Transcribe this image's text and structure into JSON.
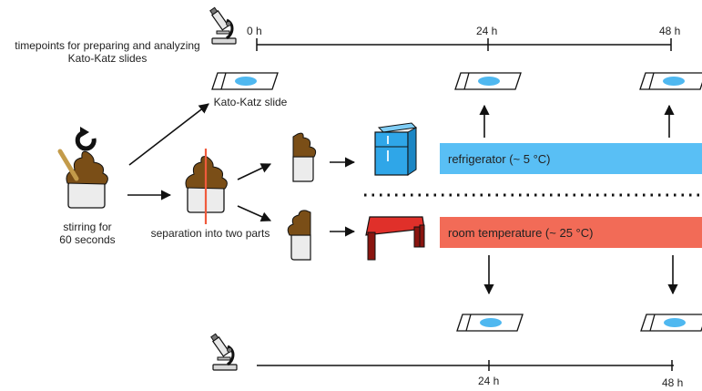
{
  "timeline_top": {
    "caption_line1": "timepoints for preparing and analyzing",
    "caption_line2": "Kato-Katz slides",
    "ticks": [
      "0 h",
      "24 h",
      "48 h"
    ]
  },
  "timeline_bottom": {
    "ticks": [
      "24 h",
      "48 h"
    ]
  },
  "labels": {
    "kato_katz_slide": "Kato-Katz slide",
    "stirring_line1": "stirring for",
    "stirring_line2": "60 seconds",
    "separation": "separation into two parts"
  },
  "conditions": {
    "refrigerator": "refrigerator (~ 5 °C)",
    "room": "room temperature (~ 25 °C)"
  },
  "colors": {
    "refrigerator_bar": "#59bff5",
    "room_bar": "#f26b57",
    "stool": "#7a4e17",
    "cup": "#ececec",
    "slide_spot": "#4fb8f0",
    "fridge": "#2fa6e8",
    "table": "#e0302a",
    "red_line": "#f05a3c"
  },
  "icons": [
    "microscope-icon",
    "slide-icon",
    "stool-cup-icon",
    "fridge-icon",
    "table-icon",
    "rotate-arrow-icon",
    "spatula-icon"
  ]
}
